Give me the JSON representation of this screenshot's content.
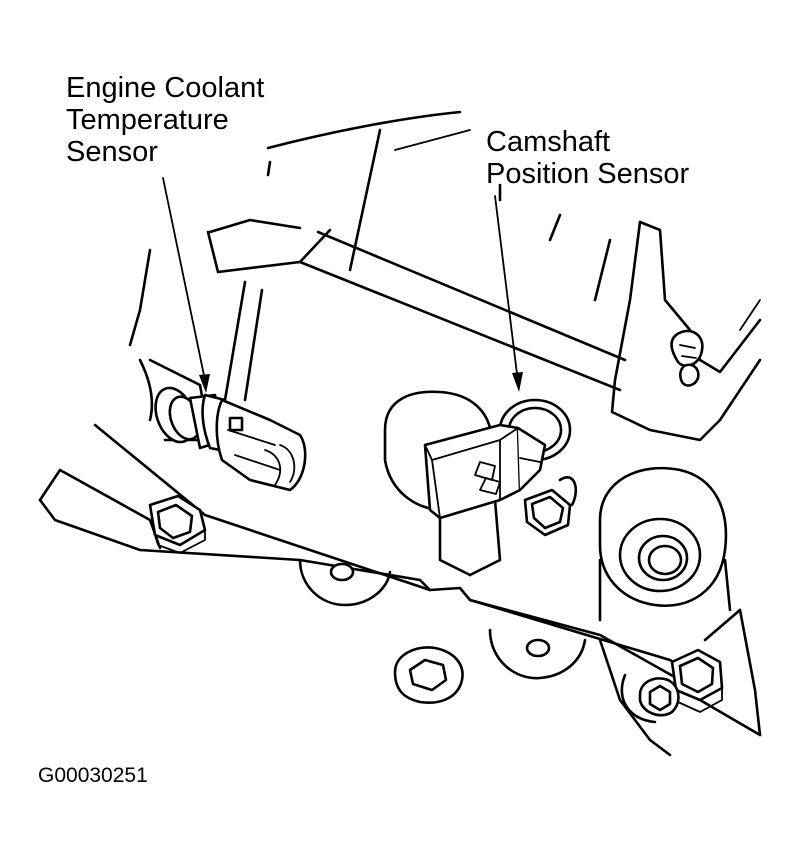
{
  "labels": {
    "ect_line1": "Engine Coolant",
    "ect_line2": "Temperature",
    "ect_line3": "Sensor",
    "cmp_line1": "Camshaft",
    "cmp_line2": "Position Sensor"
  },
  "figure_id": "G00030251"
}
